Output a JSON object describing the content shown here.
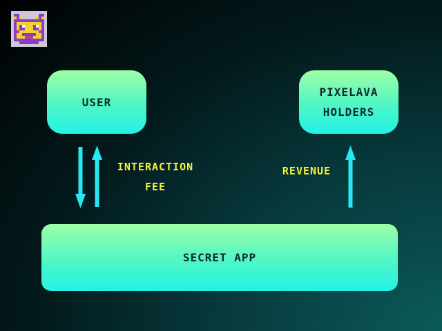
{
  "logo": {
    "icon": "pixel-cat-icon"
  },
  "nodes": {
    "user": {
      "label": "USER"
    },
    "holders": {
      "line1": "PIXELAVA",
      "line2": "HOLDERS"
    },
    "app": {
      "label": "SECRET APP"
    }
  },
  "edges": {
    "fee": {
      "line1": "INTERACTION",
      "line2": "FEE"
    },
    "revenue": {
      "label": "REVENUE"
    }
  },
  "colors": {
    "arrow": "#27e8f0",
    "label_yellow": "#f2f23a",
    "box_top": "#9effa6",
    "box_bottom": "#22f2e6",
    "box_text": "#0e2a2e"
  }
}
